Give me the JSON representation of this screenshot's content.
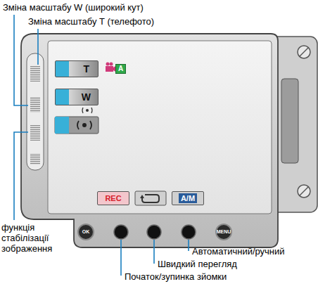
{
  "diagram": {
    "nodes": [
      {
        "text": [
          "T"
        ]
      },
      {
        "text": [
          "W"
        ]
      },
      {
        "text": [
          "REC"
        ]
      },
      {
        "text": [
          "A/M"
        ]
      }
    ],
    "labels": [
      "Зміна масштабу W (широкий кут)",
      "Зміна масштабу T (телефото)",
      "функція стабілізації зображення",
      "Автоматичний/ручний",
      "Швидкий перегляд",
      "Початок/зупинка зйомки",
      "A",
      "OK",
      "MENU"
    ]
  }
}
